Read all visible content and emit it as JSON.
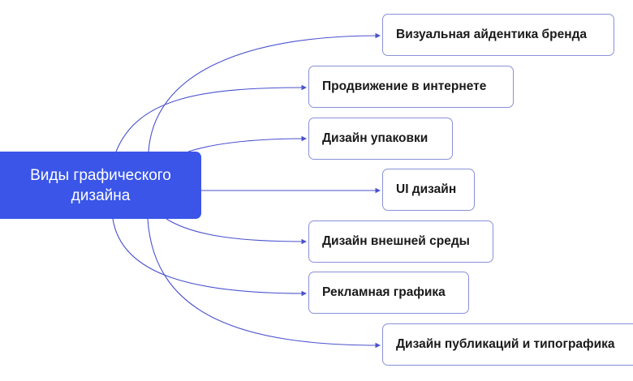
{
  "root": {
    "label_line1": "Виды графического",
    "label_line2": "дизайна"
  },
  "nodes": [
    {
      "label": "Визуальная айдентика бренда"
    },
    {
      "label": "Продвижение в интернете"
    },
    {
      "label": "Дизайн упаковки"
    },
    {
      "label": "UI дизайн"
    },
    {
      "label": "Дизайн внешней среды"
    },
    {
      "label": "Рекламная графика"
    },
    {
      "label": "Дизайн публикаций и типографика"
    }
  ],
  "colors": {
    "root": "#3a55e8",
    "link": "#4a52cc",
    "node_border": "#8a90d8"
  }
}
